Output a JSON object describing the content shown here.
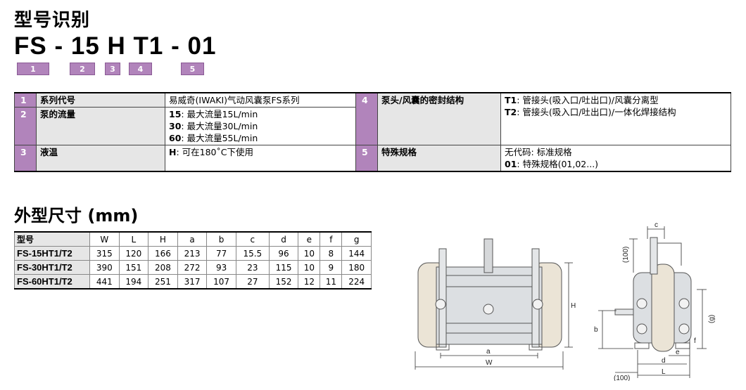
{
  "section1_title": "型号识别",
  "model_code": {
    "parts": [
      "FS",
      "-",
      "15",
      "H",
      "T1",
      "-",
      "01"
    ],
    "badges": [
      "1",
      "2",
      "3",
      "4",
      "5"
    ]
  },
  "spec_table": {
    "rows_left": [
      {
        "num": "1",
        "label": "系列代号",
        "lines": [
          "易威奇(IWAKI)气动风囊泵FS系列"
        ]
      },
      {
        "num": "2",
        "label": "泵的流量",
        "lines": [
          {
            "b": "15",
            "t": ": 最大流量15L/min"
          },
          {
            "b": "30",
            "t": ": 最大流量30L/min"
          },
          {
            "b": "60",
            "t": ": 最大流量55L/min"
          }
        ]
      },
      {
        "num": "3",
        "label": "液温",
        "lines": [
          {
            "b": "H",
            "t": ": 可在180˚C下使用"
          }
        ]
      }
    ],
    "rows_right": [
      {
        "num": "4",
        "label": "泵头/风囊的密封结构",
        "lines": [
          {
            "b": "T1",
            "t": ": 管接头(吸入口/吐出口)/风囊分离型"
          },
          {
            "b": "T2",
            "t": ": 管接头(吸入口/吐出口)/一体化焊接结构"
          }
        ]
      },
      {
        "num": "5",
        "label": "特殊规格",
        "lines": [
          {
            "b": "",
            "t": "无代码: 标准规格"
          },
          {
            "b": "01",
            "t": ": 特殊规格(01,02...)"
          }
        ]
      }
    ]
  },
  "section2_title": "外型尺寸 (mm)",
  "dims_table": {
    "headers": [
      "型号",
      "W",
      "L",
      "H",
      "a",
      "b",
      "c",
      "d",
      "e",
      "f",
      "g"
    ],
    "rows": [
      [
        "FS-15HT1/T2",
        "315",
        "120",
        "166",
        "213",
        "77",
        "15.5",
        "96",
        "10",
        "8",
        "144"
      ],
      [
        "FS-30HT1/T2",
        "390",
        "151",
        "208",
        "272",
        "93",
        "23",
        "115",
        "10",
        "9",
        "180"
      ],
      [
        "FS-60HT1/T2",
        "441",
        "194",
        "251",
        "317",
        "107",
        "27",
        "152",
        "12",
        "11",
        "224"
      ]
    ]
  },
  "drawing_labels": {
    "a": "a",
    "W": "W",
    "H": "H",
    "c": "c",
    "b": "b",
    "g": "(g)",
    "d": "d",
    "e": "e",
    "f": "f",
    "L": "L",
    "hundred": "(100)"
  }
}
